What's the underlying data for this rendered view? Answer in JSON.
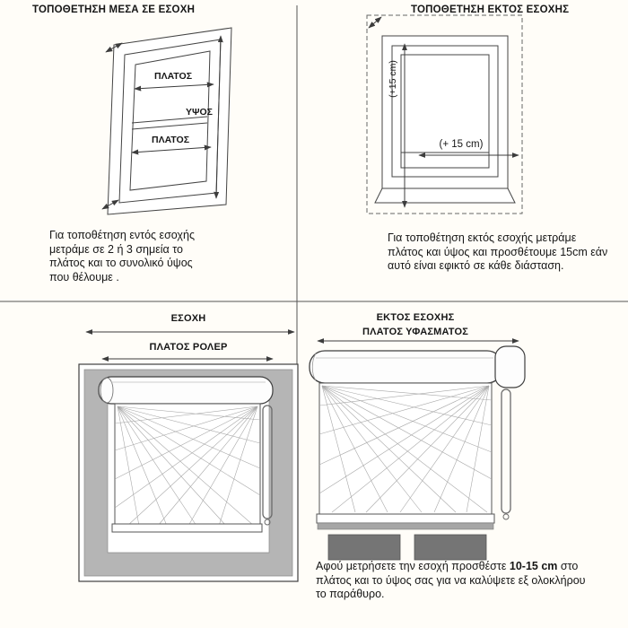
{
  "colors": {
    "background": "#fffdf8",
    "ink": "#161616",
    "line": "#3c3c3c",
    "wall_gray": "#b5b5b5",
    "dark_gray": "#757575"
  },
  "inside_recess": {
    "title": "ΤΟΠΟΘΕΤΗΣΗ ΜΕΣΑ ΣΕ ΕΣΟΧΗ",
    "width_label_top": "ΠΛΑΤΟΣ",
    "width_label_bottom": "ΠΛΑΤΟΣ",
    "height_label": "ΥΨΟΣ",
    "caption": "Για τοποθέτηση εντός εσοχής μετράμε σε 2 ή 3 σημεία το πλάτος και το συνολικό ύψος που θέλουμε ."
  },
  "outside_recess": {
    "title": "ΤΟΠΟΘΕΤΗΣΗ ΕΚΤΟΣ ΕΣΟΧΗΣ",
    "height_add_label": "(+15 cm)",
    "width_add_label": "(+ 15 cm)",
    "caption": "Για τοποθέτηση εκτός εσοχής μετράμε πλάτος και ύψος και προσθέτουμε 15cm εάν αυτό είναι εφικτό σε κάθε διάσταση."
  },
  "recess_mount": {
    "heading": "ΕΣΟΧΗ",
    "roller_width_label": "ΠΛΑΤΟΣ ΡΟΛΕΡ"
  },
  "outside_mount": {
    "heading": "ΕΚΤΟΣ ΕΣΟΧΗΣ",
    "fabric_width_label": "ΠΛΑΤΟΣ ΥΦΑΣΜΑΤΟΣ",
    "note_pre": "Αφού μετρήσετε την εσοχή προσθέστε ",
    "note_bold": "10-15 cm",
    "note_post": " στο πλάτος και το ύψος σας για να καλύψετε εξ ολοκλήρου το παράθυρο."
  }
}
